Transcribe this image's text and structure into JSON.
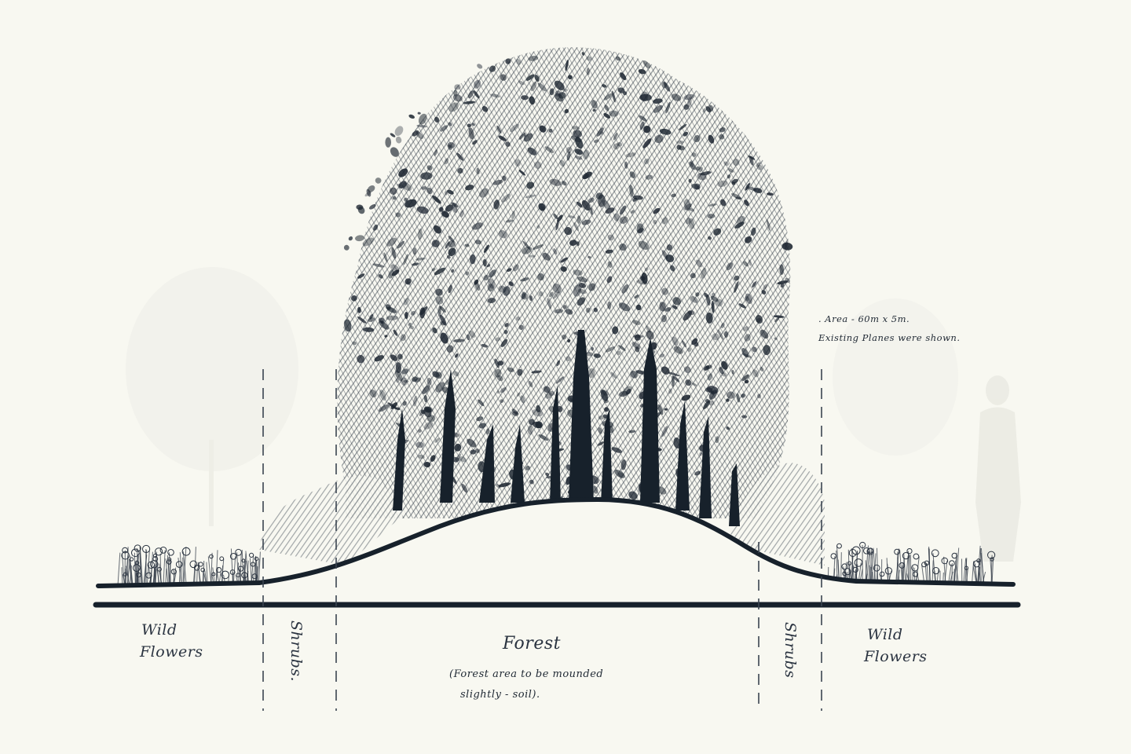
{
  "notes": [
    ". Area - 60m x 5m.",
    "Existing Planes were shown."
  ],
  "zones": {
    "wild_left": [
      "Wild",
      "Flowers"
    ],
    "shrubs_left": "Shrubs.",
    "forest": "Forest",
    "forest_note": [
      "(Forest area to be mounded",
      "slightly - soil)."
    ],
    "shrubs_right": "Shrubs",
    "wild_right": [
      "Wild",
      "Flowers"
    ]
  },
  "colors": {
    "paper": "#f8f8f1",
    "ink": "#1c2530",
    "pencil": "#2f3a47",
    "faint": "#dcdcd4"
  }
}
